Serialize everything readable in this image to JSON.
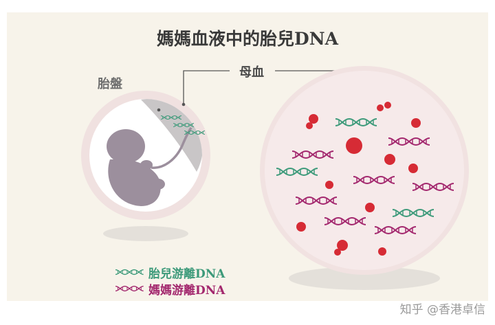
{
  "title": "媽媽血液中的胎兒DNA",
  "labels": {
    "placenta": "胎盤",
    "maternal_blood": "母血"
  },
  "legend": [
    {
      "label": "胎兒游離DNA",
      "color": "#3d9a7a"
    },
    {
      "label": "媽媽游離DNA",
      "color": "#a3286e"
    }
  ],
  "watermark": "知乎 @香港卓信",
  "colors": {
    "background": "#f7f3ea",
    "fetal_dna": "#3d9a7a",
    "maternal_dna": "#a3286e",
    "red_cell": "#d62b35",
    "womb_ring": "#eddcdc",
    "fetus": "#9c8f9d"
  }
}
